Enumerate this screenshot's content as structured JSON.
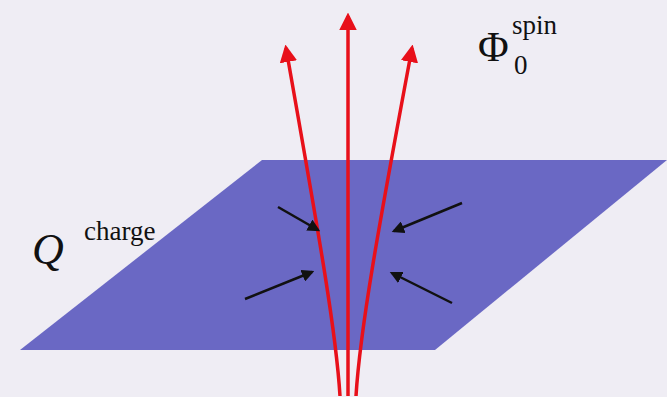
{
  "diagram": {
    "labels": [
      "Q",
      "charge",
      "Φ",
      "spin",
      "0"
    ]
  }
}
